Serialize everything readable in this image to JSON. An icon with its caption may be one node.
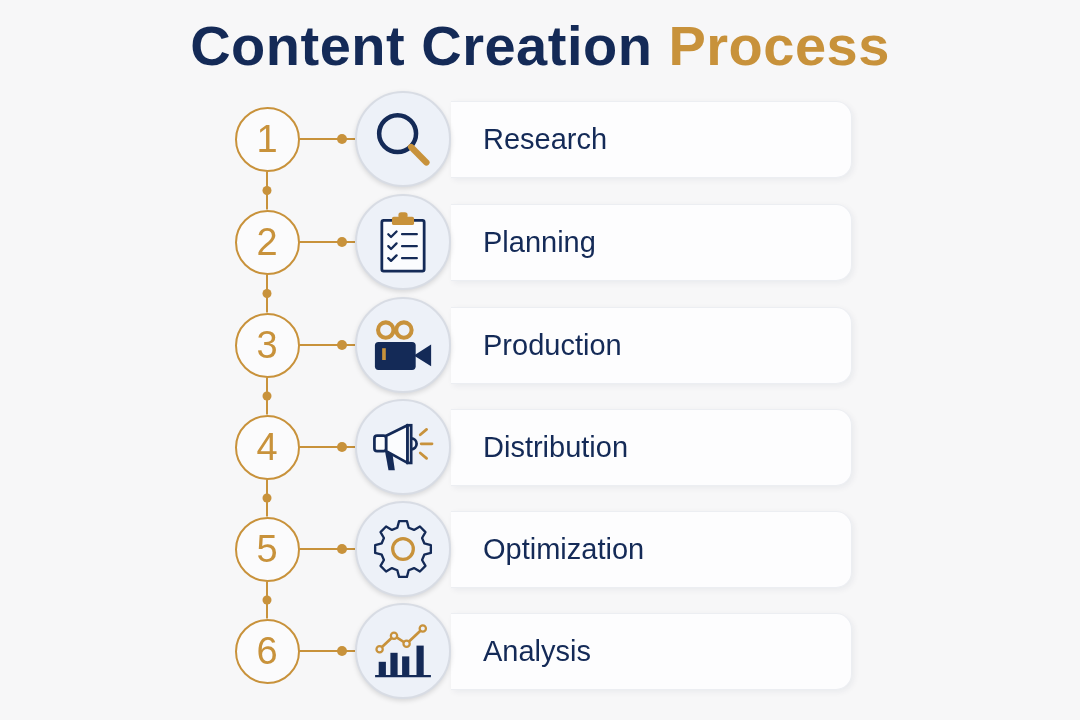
{
  "diagram": {
    "title": "Content Creation Process",
    "nodes": [
      {
        "text": [
          "1"
        ]
      },
      {
        "text": [],
        "shape": "circle"
      },
      {
        "text": [
          "Research"
        ]
      },
      {
        "text": [
          "2"
        ]
      },
      {
        "text": [],
        "shape": "circle"
      },
      {
        "text": [
          "Planning"
        ]
      },
      {
        "text": [
          "3"
        ]
      },
      {
        "text": [],
        "shape": "circle"
      },
      {
        "text": [
          "Production"
        ]
      },
      {
        "text": [
          "4"
        ]
      },
      {
        "text": [],
        "shape": "circle"
      },
      {
        "text": [
          "Distribution"
        ]
      },
      {
        "text": [
          "5"
        ]
      },
      {
        "text": [],
        "shape": "circle"
      },
      {
        "text": [
          "Optimization"
        ]
      },
      {
        "text": [
          "6"
        ]
      },
      {
        "text": [],
        "shape": "circle"
      },
      {
        "text": [
          "Analysis"
        ]
      }
    ],
    "edges": [
      {
        "from": 0,
        "to": 1,
        "arrow": "other"
      },
      {
        "from": 0,
        "to": 3,
        "arrow": "none"
      },
      {
        "from": 3,
        "to": 4,
        "arrow": "other"
      },
      {
        "from": 3,
        "to": 6,
        "arrow": "none"
      },
      {
        "from": 6,
        "to": 7,
        "arrow": "other"
      },
      {
        "from": 6,
        "to": 9,
        "arrow": "none"
      },
      {
        "from": 9,
        "to": 10,
        "arrow": "other"
      },
      {
        "from": 9,
        "to": 12,
        "arrow": "none"
      },
      {
        "from": 12,
        "to": 13,
        "arrow": "other"
      },
      {
        "from": 12,
        "to": 15,
        "arrow": "none"
      },
      {
        "from": 15,
        "to": 16,
        "arrow": "other"
      }
    ]
  }
}
